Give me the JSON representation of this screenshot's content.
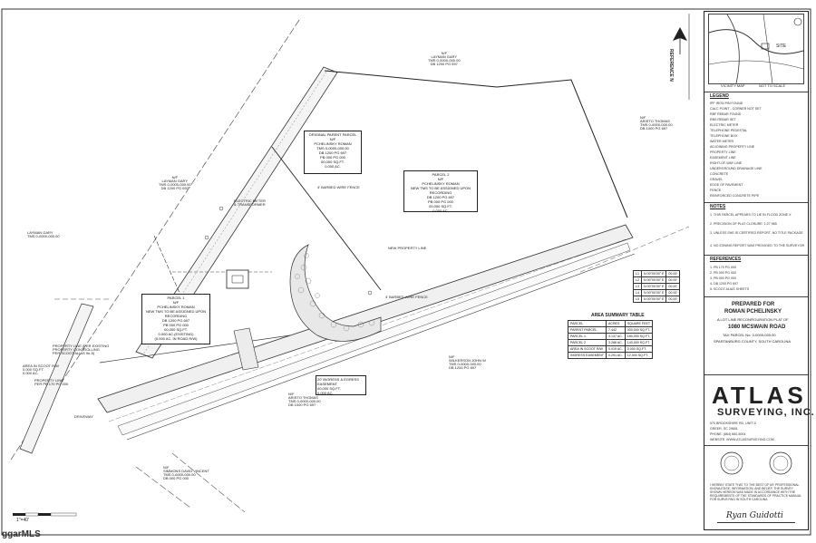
{
  "vicinity_map": {
    "title": "VICINITY MAP",
    "scale": "NOT TO SCALE",
    "site": "SITE"
  },
  "reference_north": "REFERENCE N",
  "labels": {
    "layman_gary_top": [
      "N/F",
      "LAYMAN GARY",
      "TMS 0-0000-000.00",
      "DB 1200 PG 697"
    ],
    "aristo_thomas_top": [
      "N/F",
      "ARISTO THOMAS",
      "TMS 0-0000-000.00",
      "DB 1000 PG 697"
    ],
    "original_parent": [
      "ORIGINAL PARENT PARCEL",
      "N/F",
      "PCHELINSKY ROMAN",
      "TMS 0-0000-000.00",
      "DB 1200 PG 697",
      "PB 000 PG 000",
      "00,000 SQ.FT.",
      "0.000 AC."
    ],
    "parcel2": [
      "PARCEL 2",
      "N/F",
      "PCHELINSKY ROMAN",
      "NEW TMS TO BE ASSIGNED UPON RECORDING",
      "DB 1200 PG 697",
      "PB 000 PG 000",
      "00,000 SQ.FT.",
      "0.000 AC."
    ],
    "layman_gary_mid": [
      "N/F",
      "LAYMAN GARY",
      "TMS 0-0000-000.00",
      "DB 1200 PG 697"
    ],
    "layman_gary_left": [
      "LAYMAN GARY",
      "TMS 0-0000-000.00"
    ],
    "parcel1": [
      "PARCEL 1",
      "N/F",
      "PCHELINSKY ROMAN",
      "NEW TMS TO BE ASSIGNED UPON RECORDING",
      "DB 1200 PG 697",
      "PB 000 PG 000",
      "00,000 SQ.FT.",
      "0.000 AC.(EXISTING)",
      "(0.000 AC. IN ROAD R/W)"
    ],
    "wilkerson": [
      "N/F",
      "WILKERSON JOHN W",
      "TMS 0-0000-000.00",
      "DB 1200 PG 697"
    ],
    "aristo_thomas_bottom": [
      "N/F",
      "ARISTO THOMAS",
      "TMS 0-0000-000.00",
      "DB 1000 PG 697"
    ],
    "simmons": [
      "N/F",
      "SIMMONS DAVID VINCENT",
      "TMS 0-0000-000.00",
      "DB 000 PG 000"
    ],
    "ingress": [
      "20' INGRESS & EGRESS EASEMENT",
      "00,000 SQ.FT.",
      "0.000 AC."
    ],
    "barbed_fence_1": "4' BARBED WIRE FENCE",
    "barbed_fence_2": "4' BARBED WIRE FENCE",
    "electric_meter": [
      "ELECTRIC METER",
      "& TRANSFORMER"
    ],
    "property_line_existing": [
      "PROPERTY LINE (PER EXISTING",
      "PROPERTY CONTROLLING",
      "PER SCOOT ALIAS 9n-5)"
    ],
    "property_line": [
      "PROPERTY LINE",
      "PER PB 170 PG 000"
    ],
    "area_in_road": [
      "AREA IN SCOOT R/W",
      "0,000 SQ.FT.",
      "0.000 AC."
    ],
    "new_property_line": "NEW PROPERTY LINE",
    "driveway": "DRIVEWAY",
    "road": "1080 MCSWAIN ROAD"
  },
  "area_summary": {
    "title": "AREA SUMMARY TABLE",
    "headers": [
      "PARCEL",
      "ACRES",
      "SQUARE FEET"
    ],
    "rows": [
      [
        "PARENT PARCEL",
        "7.442",
        "000,000 SQ.FT."
      ],
      [
        "PARCEL 1",
        "4.137 AC.",
        "180,000 SQ.FT."
      ],
      [
        "PARCEL 2",
        "3.286 AC.",
        "143,000 SQ.FT."
      ],
      [
        "AREA IN SCOOT R/W",
        "0.019 AC.",
        "0,000 SQ.FT."
      ],
      [
        "INGRESS EASEMENT",
        "0.291 AC.",
        "12,000 SQ.FT."
      ]
    ]
  },
  "title_block": {
    "legend_title": "LEGEND",
    "legend": [
      "IPF  IRON PIN FOUND",
      "CALC POINT - CORNER NOT SET",
      "RBF  REBAR FOUND",
      "RBS  REBAR SET",
      "ELECTRIC METER",
      "TELEPHONE PEDESTAL",
      "TELEPHONE BOX",
      "WATER METER",
      "ADJOINING PROPERTY LINE",
      "PROPERTY LINE",
      "EASEMENT LINE",
      "RIGHT-OF-WAY LINE",
      "UNDERGROUND DRAINAGE LINE",
      "CONCRETE",
      "GRAVEL",
      "EDGE OF PAVEMENT",
      "FENCE",
      "REINFORCED CONCRETE PIPE"
    ],
    "notes_title": "NOTES",
    "notes": [
      "1. THIS PARCEL APPEARS TO LIE IN FLOOD ZONE X",
      "2. PRECISION OF PLAT CLOSURE: 1:27,965",
      "3. UNLESS SHE IS CERTIFIED REPORT, NO TITLE PACKAGE",
      "4. NO ZONING REPORT WAS PROVIDED TO THE SURVEYOR"
    ],
    "references_title": "REFERENCES",
    "references": [
      "1. PB 170 PG 000",
      "2. PB 000 PG 000",
      "3. PB 000 PG 000",
      "4. DB 1200 PG 697",
      "5. SCOOT ALIAS SHEETS"
    ],
    "prepared_for": "PREPARED FOR",
    "owner": "ROMAN PCHELINSKY",
    "plat_type": "A LOT LINE RECONFIGURATION PLAT OF",
    "address": "1080 MCSWAIN ROAD",
    "tms": "TAX PARCEL No. 0-0000-000.00",
    "county": "SPARTANBURG COUNTY, SOUTH CAROLINA",
    "company": "ATLAS",
    "company_sub": "SURVEYING, INC.",
    "company_address": "570 BROOKSHIRE RD, UNIT D",
    "company_city": "GREER, SC 29651",
    "company_phone": "PHONE: (864) 660-5004",
    "company_web": "WEBSITE: WWW.ATLASSURVEYING.COM",
    "certification": "I HEREBY STATE THAT TO THE BEST OF MY PROFESSIONAL KNOWLEDGE, INFORMATION, AND BELIEF, THE SURVEY SHOWN HEREON WAS MADE IN ACCORDANCE WITH THE REQUIREMENTS OF THE STANDARDS OF PRACTICE MANUAL FOR SURVEYING IN SOUTH CAROLINA.",
    "signature": "Ryan Guidotti"
  },
  "line_table": [
    [
      "L1",
      "N 00°00'00\" E",
      "00.00'"
    ],
    [
      "L2",
      "N 00°00'00\" E",
      "00.00'"
    ],
    [
      "L3",
      "N 00°00'00\" E",
      "00.00'"
    ],
    [
      "L4",
      "N 00°00'00\" E",
      "00.00'"
    ],
    [
      "L5",
      "N 00°00'00\" E",
      "00.00'"
    ]
  ],
  "scale_bar": "1\"=40'",
  "watermark": "ggarMLS"
}
